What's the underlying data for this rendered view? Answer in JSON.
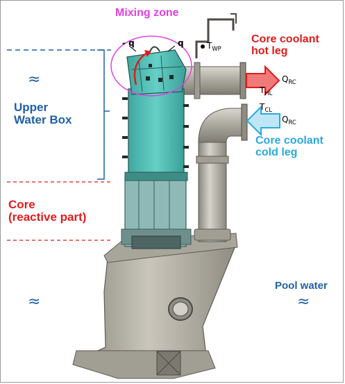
{
  "labels": {
    "mixing_zone": "Mixing zone",
    "upper_water_box": [
      "Upper",
      "Water Box"
    ],
    "core": [
      "Core",
      "(reactive part)"
    ],
    "hot_leg": [
      "Core coolant",
      "hot leg"
    ],
    "cold_leg": [
      "Core coolant",
      "cold leg"
    ],
    "pool_water": "Pool water"
  },
  "symbols": {
    "twp": {
      "main": "T",
      "sub": "WP"
    },
    "thl": {
      "main": "T",
      "sub": "HL"
    },
    "tcl": {
      "main": "T",
      "sub": "CL"
    },
    "qrc_hot": {
      "main": "Q",
      "sub": "RC"
    },
    "qrc_cold": {
      "main": "Q",
      "sub": "RC"
    },
    "q_left": "- q",
    "q_right": "q",
    "water_mark": "≈"
  },
  "colors": {
    "mixing_zone": "#e040e0",
    "upper_water_box": "#1f5fa8",
    "core": "#e01b1b",
    "hot_leg": "#e01b1b",
    "cold_leg": "#29a9e0",
    "pool_water": "#1f5fa8",
    "water_box_fill": "#5fc7c0",
    "steel": "#b5b1a6",
    "dashed_blue": "#1f5fa8",
    "dashed_red": "#e01b1b"
  }
}
